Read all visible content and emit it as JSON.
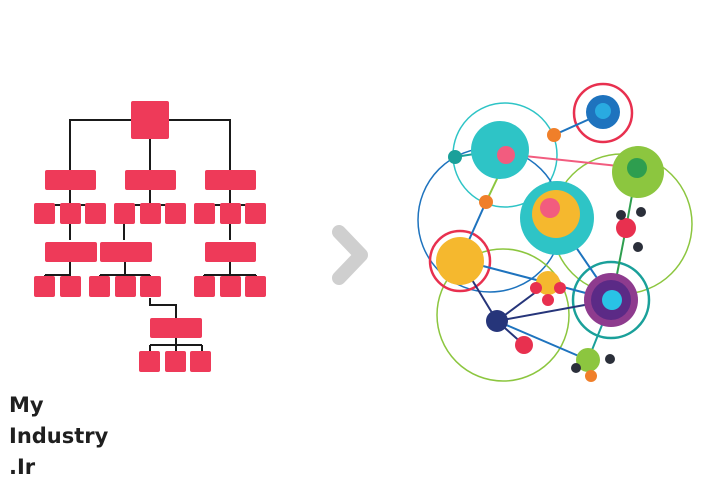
{
  "watermark": {
    "line1": "My",
    "line2": "Industry",
    "line3": ".Ir"
  },
  "colors": {
    "org_box": "#ee3a59",
    "org_line": "#1a1a1a",
    "arrow": "#cfcfcf",
    "teal": "#2ec4c6",
    "pink": "#f25c7f",
    "green": "#8cc63f",
    "dark_green": "#2e9e4f",
    "blue": "#1e73be",
    "light_blue": "#29aae1",
    "yellow": "#f5b82e",
    "orange": "#f07f2a",
    "red": "#e8304f",
    "navy": "#26357a",
    "purple": "#8e3b8e",
    "dark": "#2b2f3a"
  },
  "icons": {
    "arrow": "chevron-right-icon"
  }
}
